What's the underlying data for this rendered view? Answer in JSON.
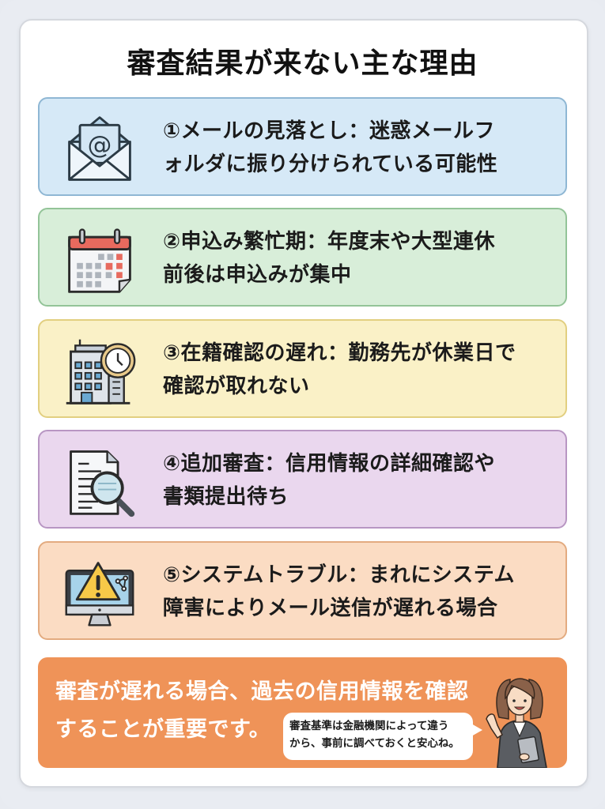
{
  "title": "審査結果が来ない主な理由",
  "reasons": [
    {
      "number": "①",
      "icon": "email-envelope-icon",
      "text": "①メール の見落とし：迷惑メールフォルダに振り分けられている可能性",
      "line1": "①メールの見落とし：迷惑メールフ",
      "line2": "ォルダに振り分けられている可能性",
      "bg_color": "#d6e9f7",
      "border_color": "#8fb7d4"
    },
    {
      "number": "②",
      "icon": "calendar-icon",
      "line1": "②申込み繁忙期：年度末や大型連休",
      "line2": "前後は申込みが集中",
      "bg_color": "#d8eed9",
      "border_color": "#93c498"
    },
    {
      "number": "③",
      "icon": "office-building-clock-icon",
      "line1": "③在籍確認の遅れ：勤務先が休業日で",
      "line2": "確認が取れない",
      "bg_color": "#faf1c7",
      "border_color": "#e2cf80"
    },
    {
      "number": "④",
      "icon": "document-magnifier-icon",
      "line1": "④追加審査：信用情報の詳細確認や",
      "line2": "書類提出待ち",
      "bg_color": "#ead7ee",
      "border_color": "#b896c3"
    },
    {
      "number": "⑤",
      "icon": "monitor-warning-icon",
      "line1": "⑤システムトラブル：まれにシステム",
      "line2": "障害によりメール送信が遅れる場合",
      "bg_color": "#fbdcc3",
      "border_color": "#e3ab80"
    }
  ],
  "summary": {
    "line1": "審査が遅れる場合、過去の信用情報を確認",
    "line2": "することが重要です。",
    "bg_color": "#ef9358",
    "bubble": {
      "line1": "審査基準は金融機関によって違う",
      "line2": "から、事前に調べておくと安心ね。"
    },
    "character": "businesswoman-illustration"
  }
}
